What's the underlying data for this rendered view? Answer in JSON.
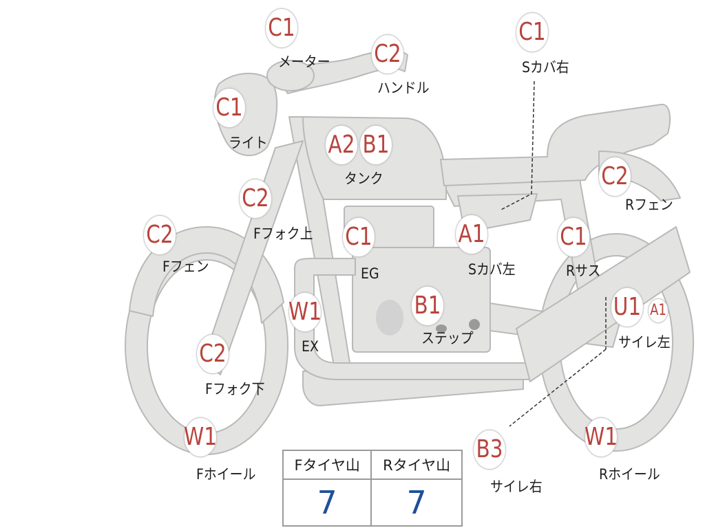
{
  "parts": {
    "meter": {
      "grade": "C1",
      "label": "メーター"
    },
    "handle": {
      "grade": "C2",
      "label": "ハンドル"
    },
    "light": {
      "grade": "C1",
      "label": "ライト"
    },
    "tank": {
      "grades": [
        "A2",
        "B1"
      ],
      "label": "タンク"
    },
    "fork_upper": {
      "grade": "C2",
      "label": "Fフォク上"
    },
    "front_fender": {
      "grade": "C2",
      "label": "Fフェン"
    },
    "engine": {
      "grade": "C1",
      "label": "EG"
    },
    "exhaust": {
      "grade": "W1",
      "label": "EX"
    },
    "step": {
      "grade": "B1",
      "label": "ステップ"
    },
    "fork_lower": {
      "grade": "C2",
      "label": "Fフォク下"
    },
    "front_wheel": {
      "grade": "W1",
      "label": "Fホイール"
    },
    "side_cover_right": {
      "grade": "C1",
      "label": "Sカバ右"
    },
    "side_cover_left": {
      "grade": "A1",
      "label": "Sカバ左"
    },
    "rear_fender": {
      "grade": "C2",
      "label": "Rフェン"
    },
    "rear_suspension": {
      "grade": "C1",
      "label": "Rサス"
    },
    "muffler_left": {
      "grades": [
        "U1",
        "A1"
      ],
      "label": "サイレ左"
    },
    "muffler_right": {
      "grade": "B3",
      "label": "サイレ右"
    },
    "rear_wheel": {
      "grade": "W1",
      "label": "Rホイール"
    }
  },
  "tire_table": {
    "front_header": "Fタイヤ山",
    "rear_header": "Rタイヤ山",
    "front_value": "7",
    "rear_value": "7"
  },
  "colors": {
    "grade_text": "#b8443d",
    "body_fill": "#e3e3e1",
    "body_stroke": "#b7b7b7",
    "tire_value": "#1f4f9a"
  }
}
